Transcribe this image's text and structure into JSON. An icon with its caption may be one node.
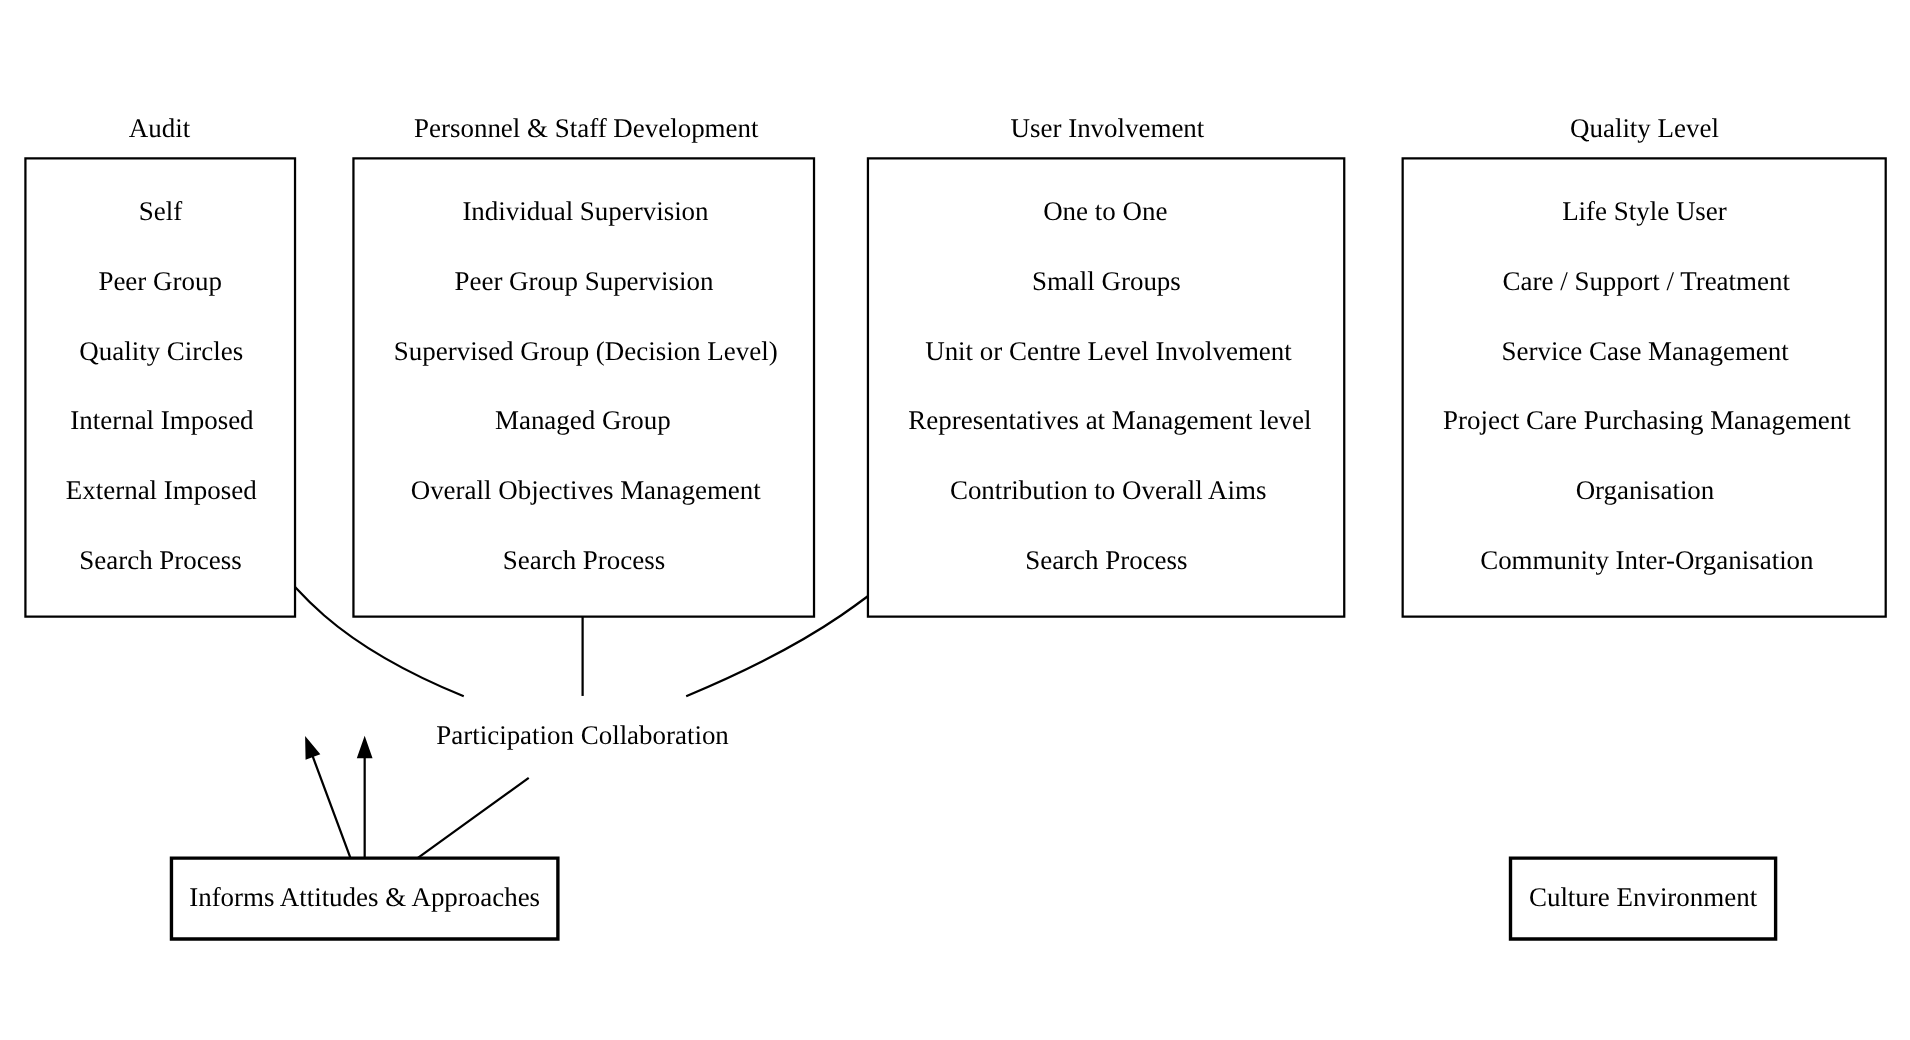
{
  "diagram": {
    "nodes": [
      {
        "text": [
          "Quality Level",
          "Life Style User",
          "Care / Support / Treatment",
          "Service Case Management",
          "Project Care Purchasing Management",
          "Organisation",
          "Community Inter-Organisation"
        ]
      },
      {
        "text": [
          "Audit",
          "Self",
          "Peer Group",
          "Quality Circles",
          "Internal Imposed",
          "External Imposed",
          "Search Process"
        ]
      },
      {
        "text": [
          "Personnel & Staff Development",
          "Individual Supervision",
          "Peer Group Supervision",
          "Supervised Group (Decision Level)",
          "Managed Group",
          "Overall Objectives Management",
          "Search Process"
        ]
      },
      {
        "text": [
          "User Involvement",
          "One to One",
          "Small Groups",
          "Unit or Centre Level Involvement",
          "Representatives at Management level",
          "Contribution to Overall Aims",
          "Search Process"
        ]
      },
      {
        "text": [
          "Participation Collaboration"
        ]
      },
      {
        "text": [
          "Culture Environment"
        ]
      },
      {
        "text": [
          "Informs Attitudes & Approaches"
        ]
      }
    ],
    "edges": [
      {
        "from": 1,
        "to": 4,
        "arrow": "none"
      },
      {
        "from": 2,
        "to": 4,
        "arrow": "none"
      },
      {
        "from": 3,
        "to": 4,
        "arrow": "none"
      },
      {
        "from": 6,
        "to": 4,
        "arrow": "none"
      },
      {
        "from": 6,
        "to": null,
        "arrow": "to"
      },
      {
        "from": 6,
        "to": null,
        "arrow": "to"
      }
    ]
  }
}
